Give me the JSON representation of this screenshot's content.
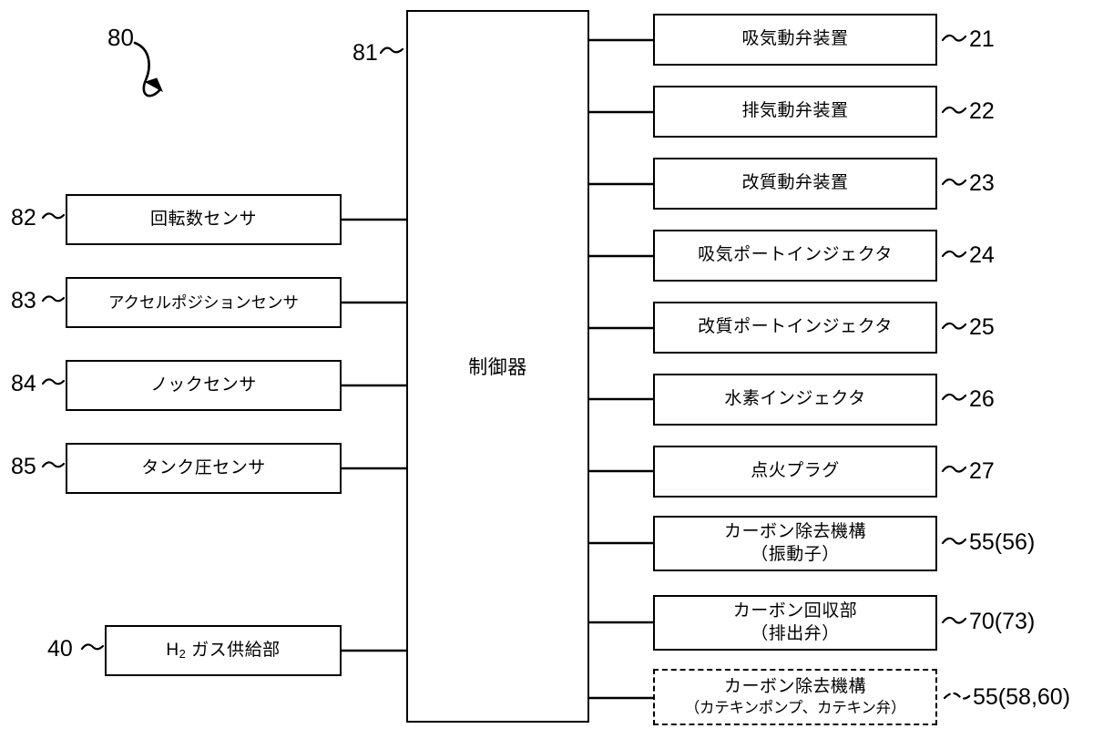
{
  "figure": {
    "overall_ref": "80",
    "controller": {
      "label": "制御器",
      "ref": "81"
    }
  },
  "inputs": [
    {
      "ref": "82",
      "label": "回転数センサ"
    },
    {
      "ref": "83",
      "label": "アクセルポジションセンサ"
    },
    {
      "ref": "84",
      "label": "ノックセンサ"
    },
    {
      "ref": "85",
      "label": "タンク圧センサ"
    }
  ],
  "supply": {
    "ref": "40",
    "label_prefix": "H",
    "label_sub": "2",
    "label_suffix": " ガス供給部"
  },
  "outputs": [
    {
      "ref": "21",
      "line1": "吸気動弁装置",
      "line2": "",
      "dashed": false
    },
    {
      "ref": "22",
      "line1": "排気動弁装置",
      "line2": "",
      "dashed": false
    },
    {
      "ref": "23",
      "line1": "改質動弁装置",
      "line2": "",
      "dashed": false
    },
    {
      "ref": "24",
      "line1": "吸気ポートインジェクタ",
      "line2": "",
      "dashed": false
    },
    {
      "ref": "25",
      "line1": "改質ポートインジェクタ",
      "line2": "",
      "dashed": false
    },
    {
      "ref": "26",
      "line1": "水素インジェクタ",
      "line2": "",
      "dashed": false
    },
    {
      "ref": "27",
      "line1": "点火プラグ",
      "line2": "",
      "dashed": false
    },
    {
      "ref": "55(56)",
      "line1": "カーボン除去機構",
      "line2": "（振動子）",
      "dashed": false
    },
    {
      "ref": "70(73)",
      "line1": "カーボン回収部",
      "line2": "（排出弁）",
      "dashed": false
    },
    {
      "ref": "55(58,60)",
      "line1": "カーボン除去機構",
      "line2": "（カテキンポンプ、カテキン弁）",
      "dashed": true
    }
  ],
  "colors": {
    "stroke": "#000000",
    "background": "#ffffff"
  }
}
